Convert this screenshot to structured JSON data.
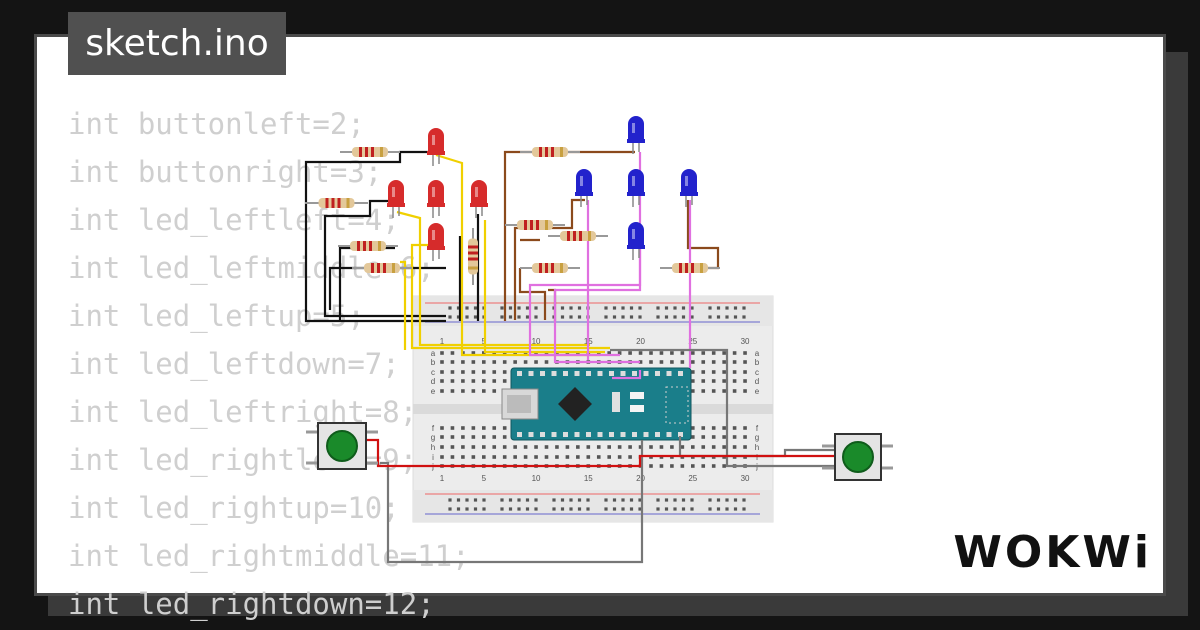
{
  "file_tab": {
    "label": "sketch.ino"
  },
  "code_lines": [
    "int buttonleft=2;",
    "int buttonright=3;",
    "int led_leftleft=4;",
    "int led_leftmiddle=6;",
    "int led_leftup=5;",
    "int led_leftdown=7;",
    "int led_leftright=8;",
    "int led_rightleft=9;",
    "int led_rightup=10;",
    "int led_rightmiddle=11;",
    "int led_rightdown=12;"
  ],
  "logo": {
    "text": "WOKWi"
  },
  "breadboard": {
    "column_numbers": [
      "1",
      "5",
      "10",
      "15",
      "20",
      "25",
      "30"
    ],
    "row_letters_top": [
      "a",
      "b",
      "c",
      "d",
      "e"
    ],
    "row_letters_bottom": [
      "f",
      "g",
      "h",
      "i",
      "j"
    ]
  },
  "colors": {
    "led_red": "#d62b2b",
    "led_blue": "#2222cc",
    "button_green": "#1a8a2a",
    "wire_yellow": "#f0d000",
    "wire_pink": "#e070e0",
    "wire_brown": "#8b4a1c",
    "wire_black": "#111111",
    "wire_gray": "#777777",
    "wire_red": "#d01010",
    "arduino": "#1a7e8a"
  }
}
